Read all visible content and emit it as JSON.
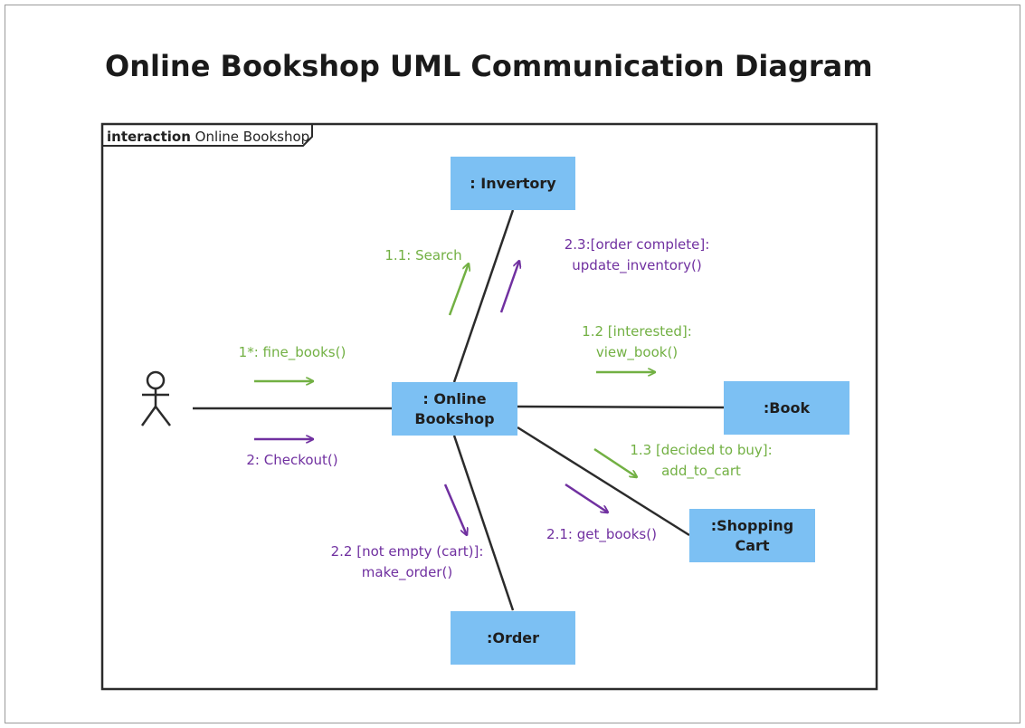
{
  "title": "Online Bookshop UML Communication Diagram",
  "frame": {
    "keyword": "interaction",
    "name": "Online Bookshop"
  },
  "objects": {
    "inventory": ": Invertory",
    "online_bookshop": ": Online\nBookshop",
    "book": ":Book",
    "shopping_cart": ":Shopping\nCart",
    "order": ":Order"
  },
  "messages": {
    "find_books": "1*: fine_books()",
    "checkout": "2: Checkout()",
    "search": "1.1: Search",
    "update_inventory": "2.3:[order complete]:\nupdate_inventory()",
    "view_book": "1.2 [interested]:\nview_book()",
    "add_to_cart": "1.3 [decided to buy]:\nadd_to_cart",
    "get_books": "2.1: get_books()",
    "make_order": "2.2 [not empty (cart)]:\nmake_order()"
  },
  "colors": {
    "object_fill": "#7cc0f3",
    "green_message": "#72b043",
    "purple_message": "#7030a0",
    "line": "#2b2b2b"
  }
}
